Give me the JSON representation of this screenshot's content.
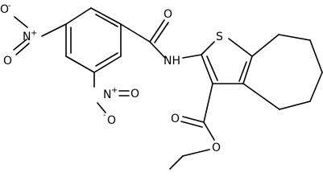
{
  "labels": {
    "o_carbonyl_amide": "O",
    "nh": "NH",
    "s": "S",
    "o_ester_carbonyl": "O",
    "o_ester": "O",
    "nitro_para": {
      "o_minus": "O",
      "minus": "-",
      "n": "N",
      "plus": "+",
      "o": "O"
    },
    "nitro_ortho": {
      "n": "N",
      "plus": "+",
      "o": "O",
      "o_minus": "O",
      "minus": "-"
    }
  }
}
